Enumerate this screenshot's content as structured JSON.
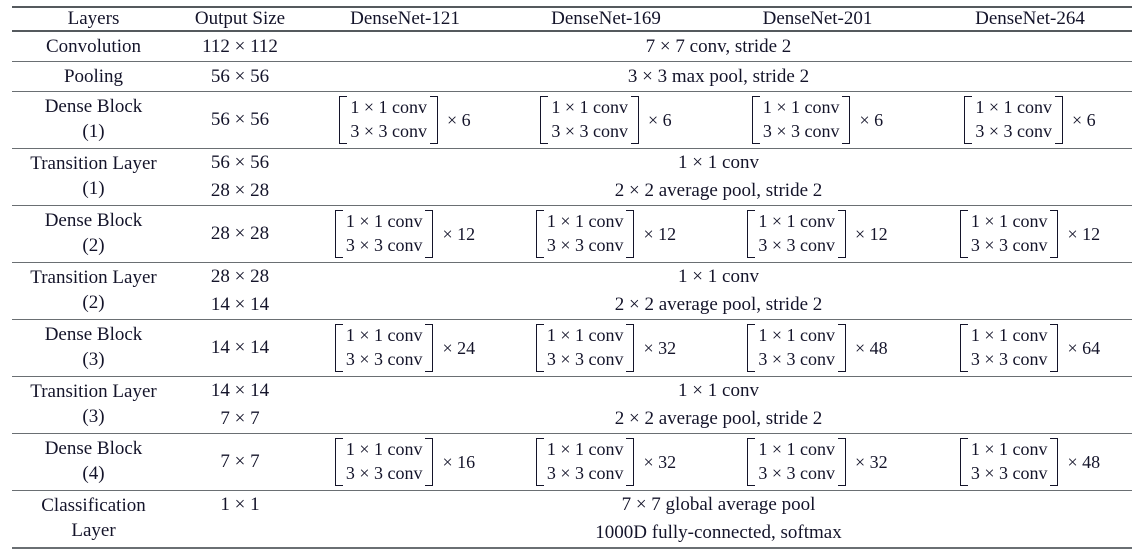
{
  "table": {
    "caption_present": false,
    "headers": [
      "Layers",
      "Output Size",
      "DenseNet-121",
      "DenseNet-169",
      "DenseNet-201",
      "DenseNet-264"
    ],
    "multiply_symbol": "×",
    "rows": {
      "convolution": {
        "layer": "Convolution",
        "output_size": "112 × 112",
        "spanned_text": "7 × 7 conv, stride 2"
      },
      "pooling": {
        "layer": "Pooling",
        "output_size": "56 × 56",
        "spanned_text": "3 × 3 max pool, stride 2"
      },
      "dense_block_1": {
        "layer_line1": "Dense Block",
        "layer_line2": "(1)",
        "output_size": "56 × 56",
        "block_rows": [
          "1 × 1 conv",
          "3 × 3 conv"
        ],
        "multipliers": [
          "× 6",
          "× 6",
          "× 6",
          "× 6"
        ]
      },
      "transition_layer_1": {
        "layer_line1": "Transition Layer",
        "layer_line2": "(1)",
        "output_size_top": "56 × 56",
        "output_size_bottom": "28 × 28",
        "spanned_text_top": "1 × 1 conv",
        "spanned_text_bottom": "2 × 2 average pool, stride 2"
      },
      "dense_block_2": {
        "layer_line1": "Dense Block",
        "layer_line2": "(2)",
        "output_size": "28 × 28",
        "block_rows": [
          "1 × 1 conv",
          "3 × 3 conv"
        ],
        "multipliers": [
          "× 12",
          "× 12",
          "× 12",
          "× 12"
        ]
      },
      "transition_layer_2": {
        "layer_line1": "Transition Layer",
        "layer_line2": "(2)",
        "output_size_top": "28 × 28",
        "output_size_bottom": "14 × 14",
        "spanned_text_top": "1 × 1 conv",
        "spanned_text_bottom": "2 × 2 average pool, stride 2"
      },
      "dense_block_3": {
        "layer_line1": "Dense Block",
        "layer_line2": "(3)",
        "output_size": "14 × 14",
        "block_rows": [
          "1 × 1 conv",
          "3 × 3 conv"
        ],
        "multipliers": [
          "× 24",
          "× 32",
          "× 48",
          "× 64"
        ]
      },
      "transition_layer_3": {
        "layer_line1": "Transition Layer",
        "layer_line2": "(3)",
        "output_size_top": "14 × 14",
        "output_size_bottom": "7 × 7",
        "spanned_text_top": "1 × 1 conv",
        "spanned_text_bottom": "2 × 2 average pool, stride 2"
      },
      "dense_block_4": {
        "layer_line1": "Dense Block",
        "layer_line2": "(4)",
        "output_size": "7 × 7",
        "block_rows": [
          "1 × 1 conv",
          "3 × 3 conv"
        ],
        "multipliers": [
          "× 16",
          "× 32",
          "× 32",
          "× 48"
        ]
      },
      "classification_layer": {
        "layer_line1": "Classification",
        "layer_line2": "Layer",
        "output_size_top": "1 × 1",
        "output_size_bottom": "",
        "spanned_text_top": "7 × 7 global average pool",
        "spanned_text_bottom": "1000D fully-connected, softmax"
      }
    }
  },
  "colors": {
    "text": "#14142a",
    "rule": "#6a6f73",
    "rule_heavy": "#555a5e",
    "background": "#ffffff"
  }
}
